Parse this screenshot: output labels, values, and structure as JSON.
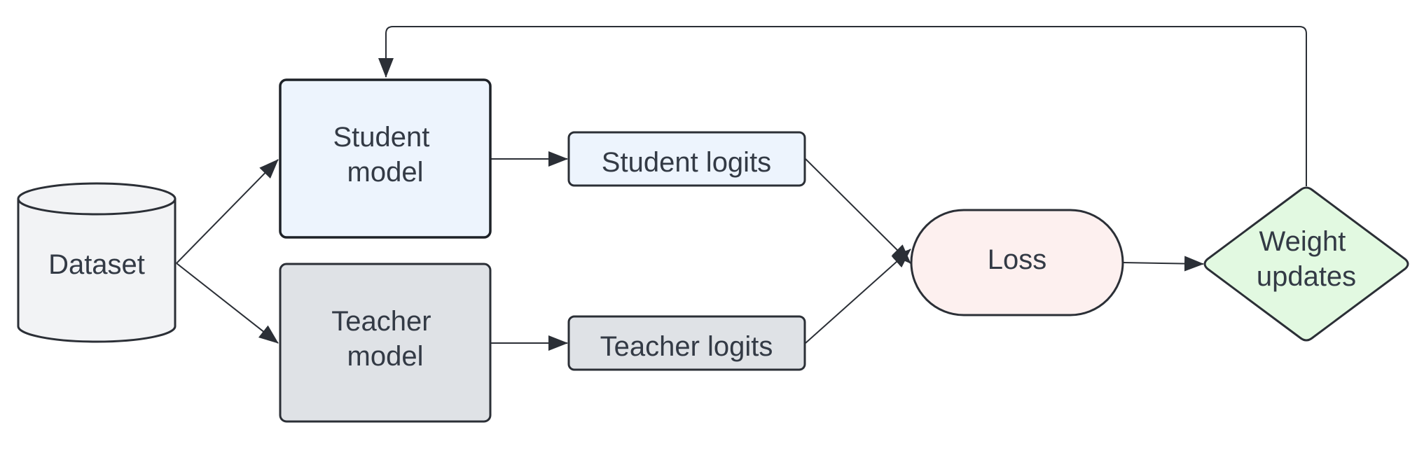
{
  "diagram": {
    "nodes": {
      "dataset": {
        "label": "Dataset",
        "fill": "#f2f3f5",
        "stroke": "#2b2f36"
      },
      "student_model": {
        "line1": "Student",
        "line2": "model",
        "fill": "#edf4fd",
        "stroke": "#1d2127"
      },
      "teacher_model": {
        "line1": "Teacher",
        "line2": "model",
        "fill": "#dfe2e6",
        "stroke": "#2b2f36"
      },
      "student_logits": {
        "label": "Student logits",
        "fill": "#edf4fd",
        "stroke": "#2b2f36"
      },
      "teacher_logits": {
        "label": "Teacher logits",
        "fill": "#dfe2e6",
        "stroke": "#2b2f36"
      },
      "loss": {
        "label": "Loss",
        "fill": "#fdf0ef",
        "stroke": "#2b2f36"
      },
      "weight_updates": {
        "line1": "Weight",
        "line2": "updates",
        "fill": "#e2f9e1",
        "stroke": "#2b2f36"
      }
    },
    "edges": [
      {
        "from": "dataset",
        "to": "student_model"
      },
      {
        "from": "dataset",
        "to": "teacher_model"
      },
      {
        "from": "student_model",
        "to": "student_logits"
      },
      {
        "from": "teacher_model",
        "to": "teacher_logits"
      },
      {
        "from": "student_logits",
        "to": "loss"
      },
      {
        "from": "teacher_logits",
        "to": "loss"
      },
      {
        "from": "loss",
        "to": "weight_updates"
      },
      {
        "from": "weight_updates",
        "to": "student_model"
      }
    ],
    "colors": {
      "arrow": "#2b2f36",
      "text": "#333a45"
    }
  }
}
